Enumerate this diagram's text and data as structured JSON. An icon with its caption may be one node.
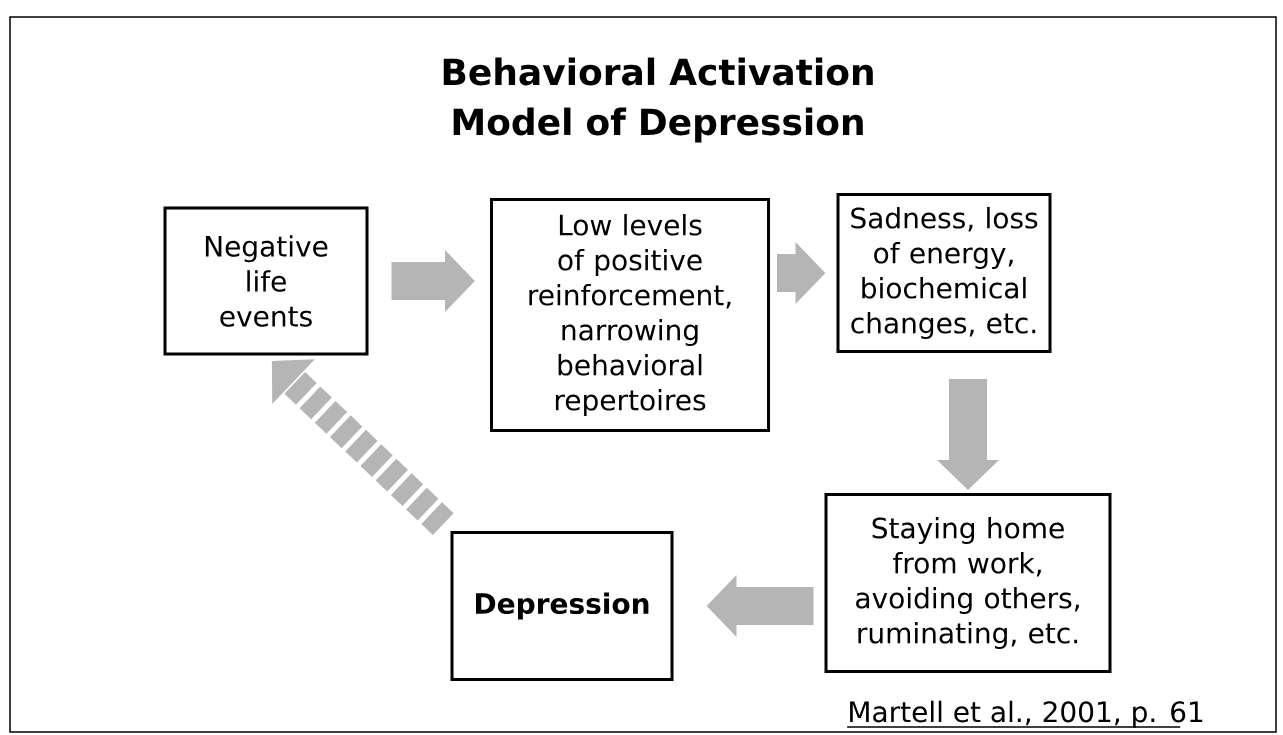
{
  "diagram": {
    "title": "Behavioral Activation Model of Depression",
    "nodes": [
      {
        "text": [
          "Negative life events"
        ]
      },
      {
        "text": [
          "Low levels of positive reinforcement, narrowing behavioral repertoires"
        ]
      },
      {
        "text": [
          "Sadness, loss of energy, biochemical changes, etc."
        ]
      },
      {
        "text": [
          "Staying home from work, avoiding others, ruminating, etc."
        ]
      },
      {
        "text": [
          "Depression"
        ]
      }
    ],
    "edges": [
      {
        "from": 0,
        "to": 1,
        "arrow": "to"
      },
      {
        "from": 1,
        "to": 2,
        "arrow": "to"
      },
      {
        "from": 2,
        "to": 3,
        "arrow": "to"
      },
      {
        "from": 3,
        "to": 4,
        "arrow": "to"
      },
      {
        "from": 4,
        "to": 0,
        "arrow": "to",
        "style": "dashed"
      }
    ],
    "labels": [
      "Martell et al., 2001, p. 61"
    ]
  }
}
